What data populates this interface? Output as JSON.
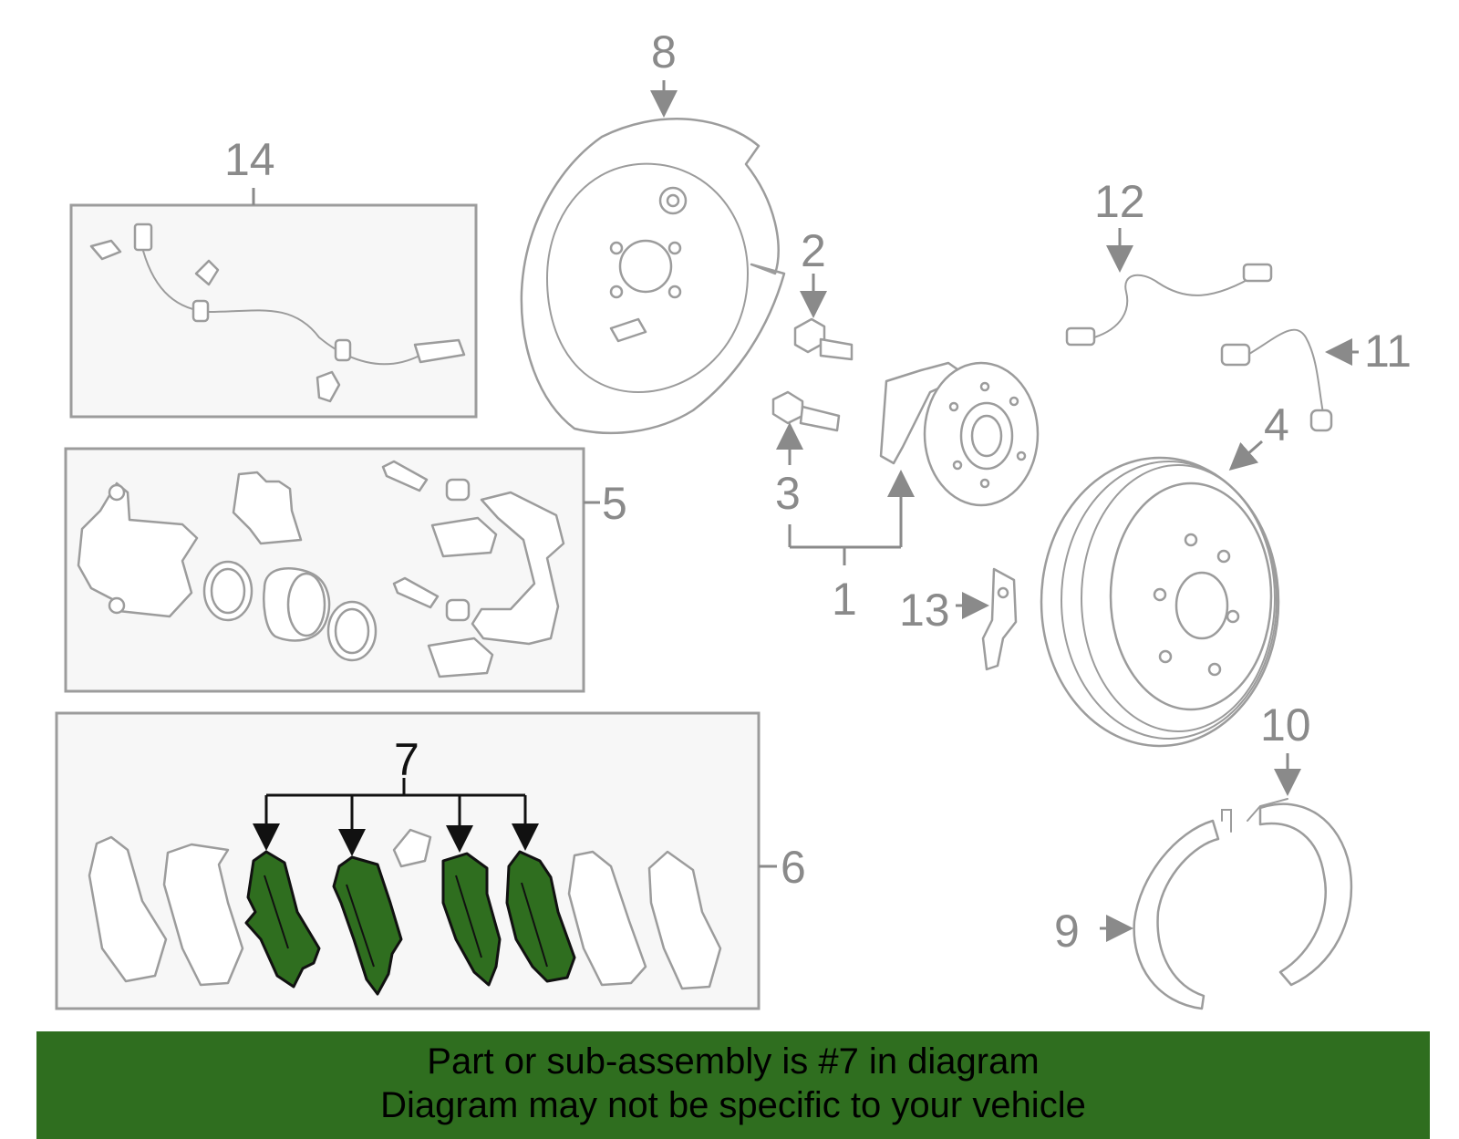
{
  "callouts": {
    "n1": "1",
    "n2": "2",
    "n3": "3",
    "n4": "4",
    "n5": "5",
    "n6": "6",
    "n7": "7",
    "n8": "8",
    "n9": "9",
    "n10": "10",
    "n11": "11",
    "n12": "12",
    "n13": "13",
    "n14": "14"
  },
  "highlighted_part": "7",
  "colors": {
    "highlight": "#2f6e1f",
    "outline": "#9c9c9c",
    "banner_bg": "#2f6e1f",
    "banner_text": "#000000"
  },
  "banner": {
    "line1": "Part or sub-assembly is #7 in diagram",
    "line2": "Diagram may not be specific to your vehicle"
  }
}
